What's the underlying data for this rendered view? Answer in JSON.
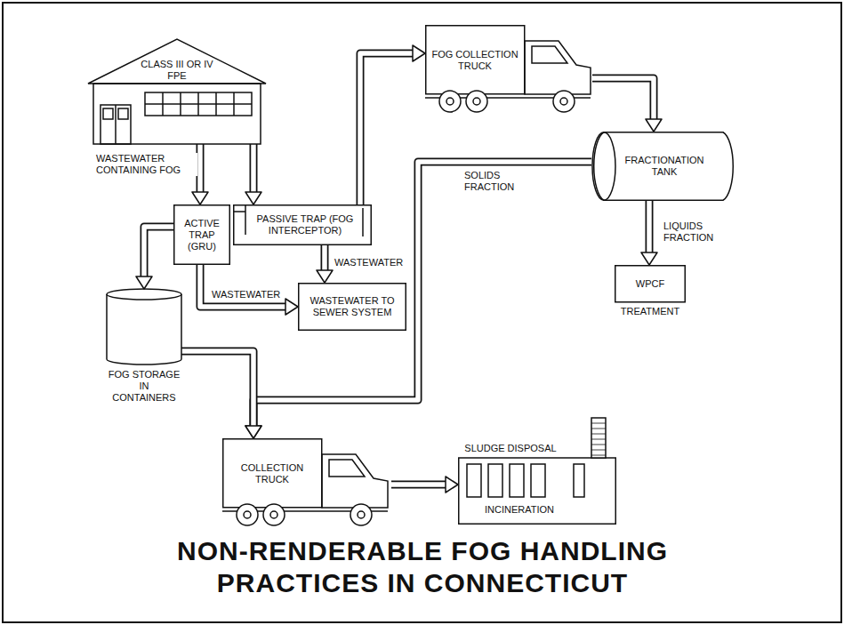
{
  "diagram": {
    "title": "NON-RENDERABLE FOG HANDLING PRACTICES IN CONNECTICUT",
    "nodes": [
      {
        "text": [
          "CLASS III OR IV FPE"
        ]
      },
      {
        "text": [
          "ACTIVE TRAP (GRU)"
        ]
      },
      {
        "text": [
          "PASSIVE TRAP (FOG INTERCEPTOR)"
        ]
      },
      {
        "text": [
          "WASTEWATER TO SEWER SYSTEM"
        ]
      },
      {
        "text": [
          "FOG STORAGE IN CONTAINERS"
        ]
      },
      {
        "text": [
          "FOG COLLECTION TRUCK"
        ]
      },
      {
        "text": [
          "FRACTIONATION TANK"
        ]
      },
      {
        "text": [
          "WPCF",
          "TREATMENT"
        ]
      },
      {
        "text": [
          "COLLECTION TRUCK"
        ]
      },
      {
        "text": [
          "SLUDGE DISPOSAL",
          "INCINERATION"
        ]
      }
    ],
    "edges": [
      {
        "from": 0,
        "to": 1,
        "arrow": "to",
        "label": "WASTEWATER CONTAINING FOG"
      },
      {
        "from": 0,
        "to": 2,
        "arrow": "to"
      },
      {
        "from": 1,
        "to": 4,
        "arrow": "to"
      },
      {
        "from": 1,
        "to": 3,
        "arrow": "to",
        "label": "WASTEWATER"
      },
      {
        "from": 2,
        "to": 3,
        "arrow": "to",
        "label": "WASTEWATER"
      },
      {
        "from": 2,
        "to": 5,
        "arrow": "to"
      },
      {
        "from": 5,
        "to": 6,
        "arrow": "to"
      },
      {
        "from": 6,
        "to": 7,
        "arrow": "to",
        "label": "LIQUIDS FRACTION"
      },
      {
        "from": 6,
        "to": 8,
        "arrow": "to",
        "label": "SOLIDS FRACTION"
      },
      {
        "from": 4,
        "to": 8,
        "arrow": "to"
      },
      {
        "from": 8,
        "to": 9,
        "arrow": "to"
      }
    ]
  }
}
